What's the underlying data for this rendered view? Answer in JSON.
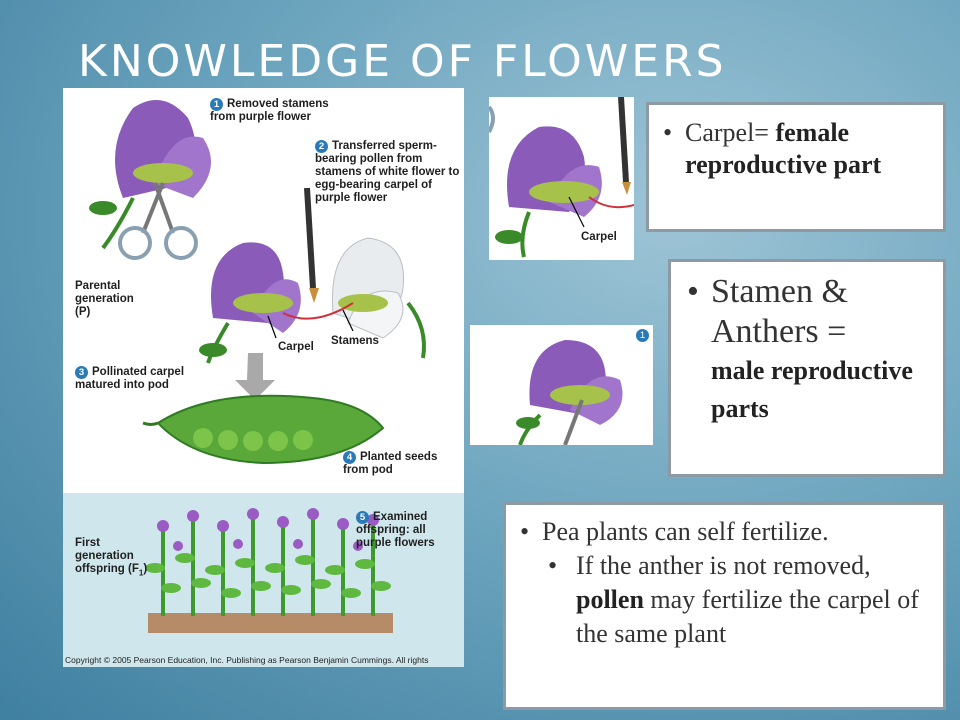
{
  "title": "KNOWLEDGE OF FLOWERS",
  "figure": {
    "step1": {
      "num": "1",
      "text": "Removed stamens from purple flower"
    },
    "step2": {
      "num": "2",
      "text": "Transferred sperm-bearing pollen from stamens of white flower to egg-bearing carpel of purple flower"
    },
    "step3": {
      "num": "3",
      "text": "Pollinated carpel matured into pod"
    },
    "step4": {
      "num": "4",
      "text": "Planted seeds from pod"
    },
    "step5": {
      "num": "5",
      "text": "Examined offspring: all purple flowers"
    },
    "parental": "Parental generation (P)",
    "first_gen": "First generation offspring (F",
    "first_gen_sub": "1",
    "first_gen_end": ")",
    "carpel_label": "Carpel",
    "stamens_label": "Stamens",
    "credit": "Copyright © 2005 Pearson Education, Inc. Publishing as Pearson Benjamin Cummings. All rights"
  },
  "inset_top": {
    "label": "Carpel"
  },
  "inset_mid": {
    "num": "1"
  },
  "box_carpel": {
    "prefix": "Carpel= ",
    "bold": "female reproductive part"
  },
  "box_stamen": {
    "line1": "Stamen &",
    "line2": "Anthers =",
    "bold": "male reproductive parts"
  },
  "box_pea": {
    "bullet1": "Pea plants can self fertilize.",
    "bullet2_pre": "If the anther is not removed, ",
    "bullet2_bold": "pollen",
    "bullet2_post": " may fertilize the carpel of the same plant"
  },
  "colors": {
    "step_circle": "#2a7ab8",
    "petal": "#8a5bb8",
    "pod": "#5aa83a"
  }
}
